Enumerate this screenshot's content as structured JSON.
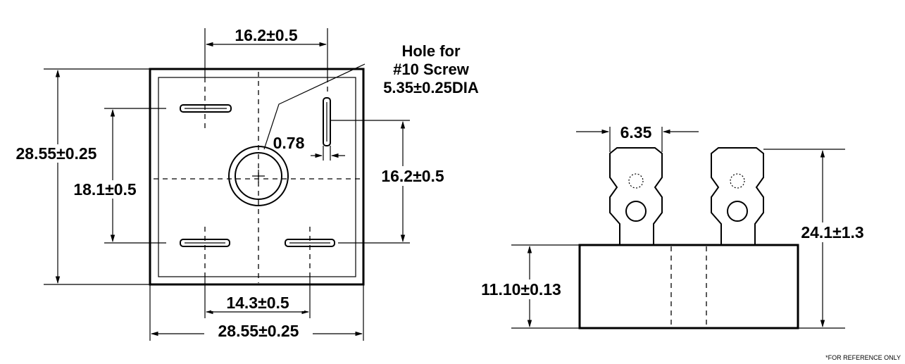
{
  "top_view": {
    "dim_top_width": "16.2±0.5",
    "dim_left_height": "28.55±0.25",
    "dim_inner_height": "18.1±0.5",
    "dim_right_height": "16.2±0.5",
    "dim_bottom_inner": "14.3±0.5",
    "dim_bottom_width": "28.55±0.25",
    "dim_terminal_width": "0.78",
    "hole_note": {
      "line1": "Hole for",
      "line2": "#10 Screw",
      "line3": "5.35±0.25DIA"
    }
  },
  "side_view": {
    "dim_terminal_spacing": "6.35",
    "dim_total_height": "24.1±1.3",
    "dim_body_height": "11.10±0.13"
  },
  "footer_note": "*FOR REFERENCE ONLY"
}
